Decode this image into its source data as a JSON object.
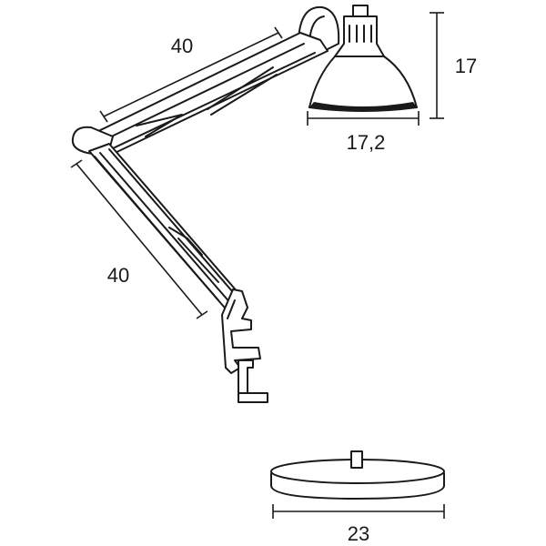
{
  "dimensions": {
    "upper_arm_length": "40",
    "lower_arm_length": "40",
    "shade_height": "17",
    "shade_diameter": "17,2",
    "base_diameter": "23"
  }
}
